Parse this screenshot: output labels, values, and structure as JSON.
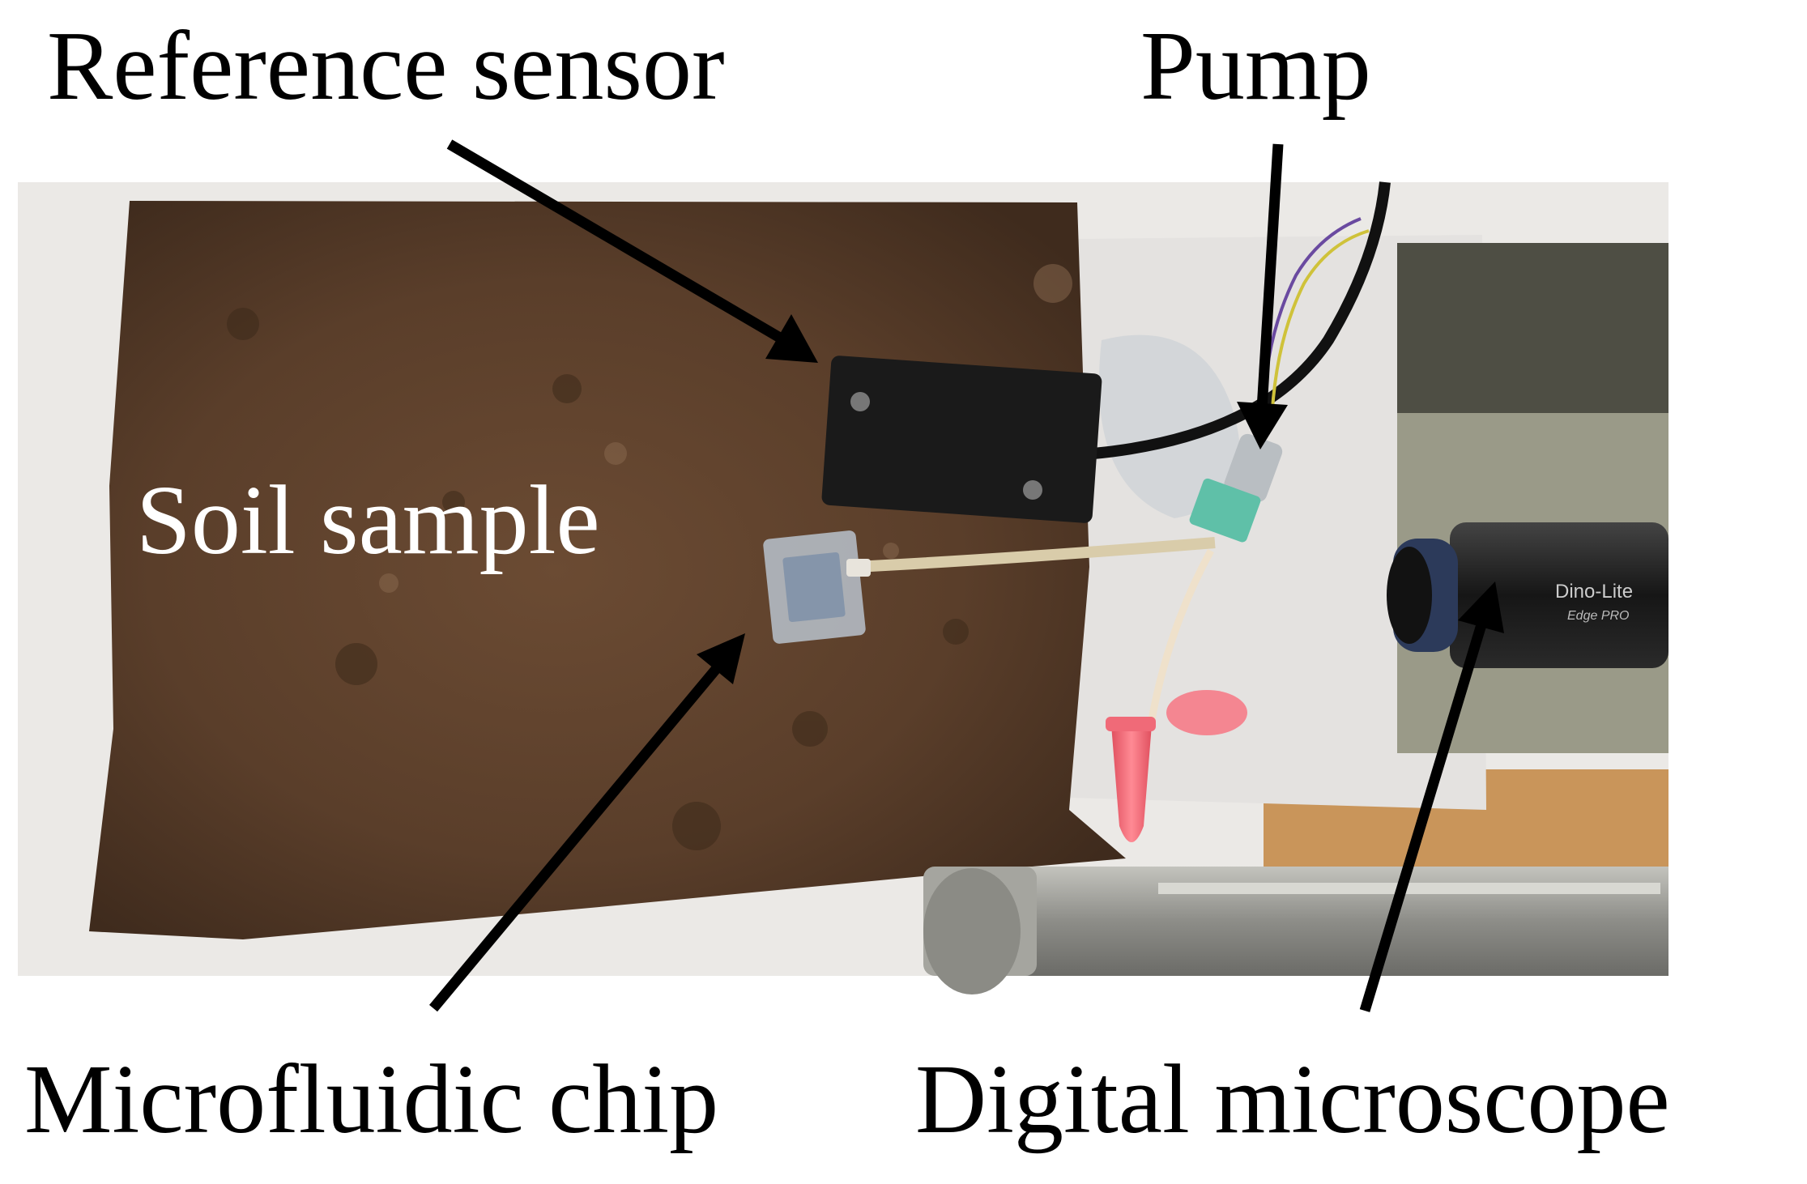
{
  "labels": {
    "reference_sensor": "Reference sensor",
    "pump": "Pump",
    "soil_sample": "Soil sample",
    "microfluidic_chip": "Microfluidic chip",
    "digital_microscope": "Digital microscope",
    "microscope_brand": "Dino-Lite",
    "microscope_model": "Edge PRO"
  },
  "colors": {
    "background": "#ffffff",
    "text": "#000000",
    "soil": "#5a3e2a",
    "paper_towel": "#e4e2e0",
    "sensor": "#1a1a1a",
    "tube": "#d9ccaa",
    "connector": "#5fc0a8",
    "vial": "#f06a78",
    "microscope": "#222222",
    "wood": "#c9955a",
    "metal": "#9a9a95"
  }
}
